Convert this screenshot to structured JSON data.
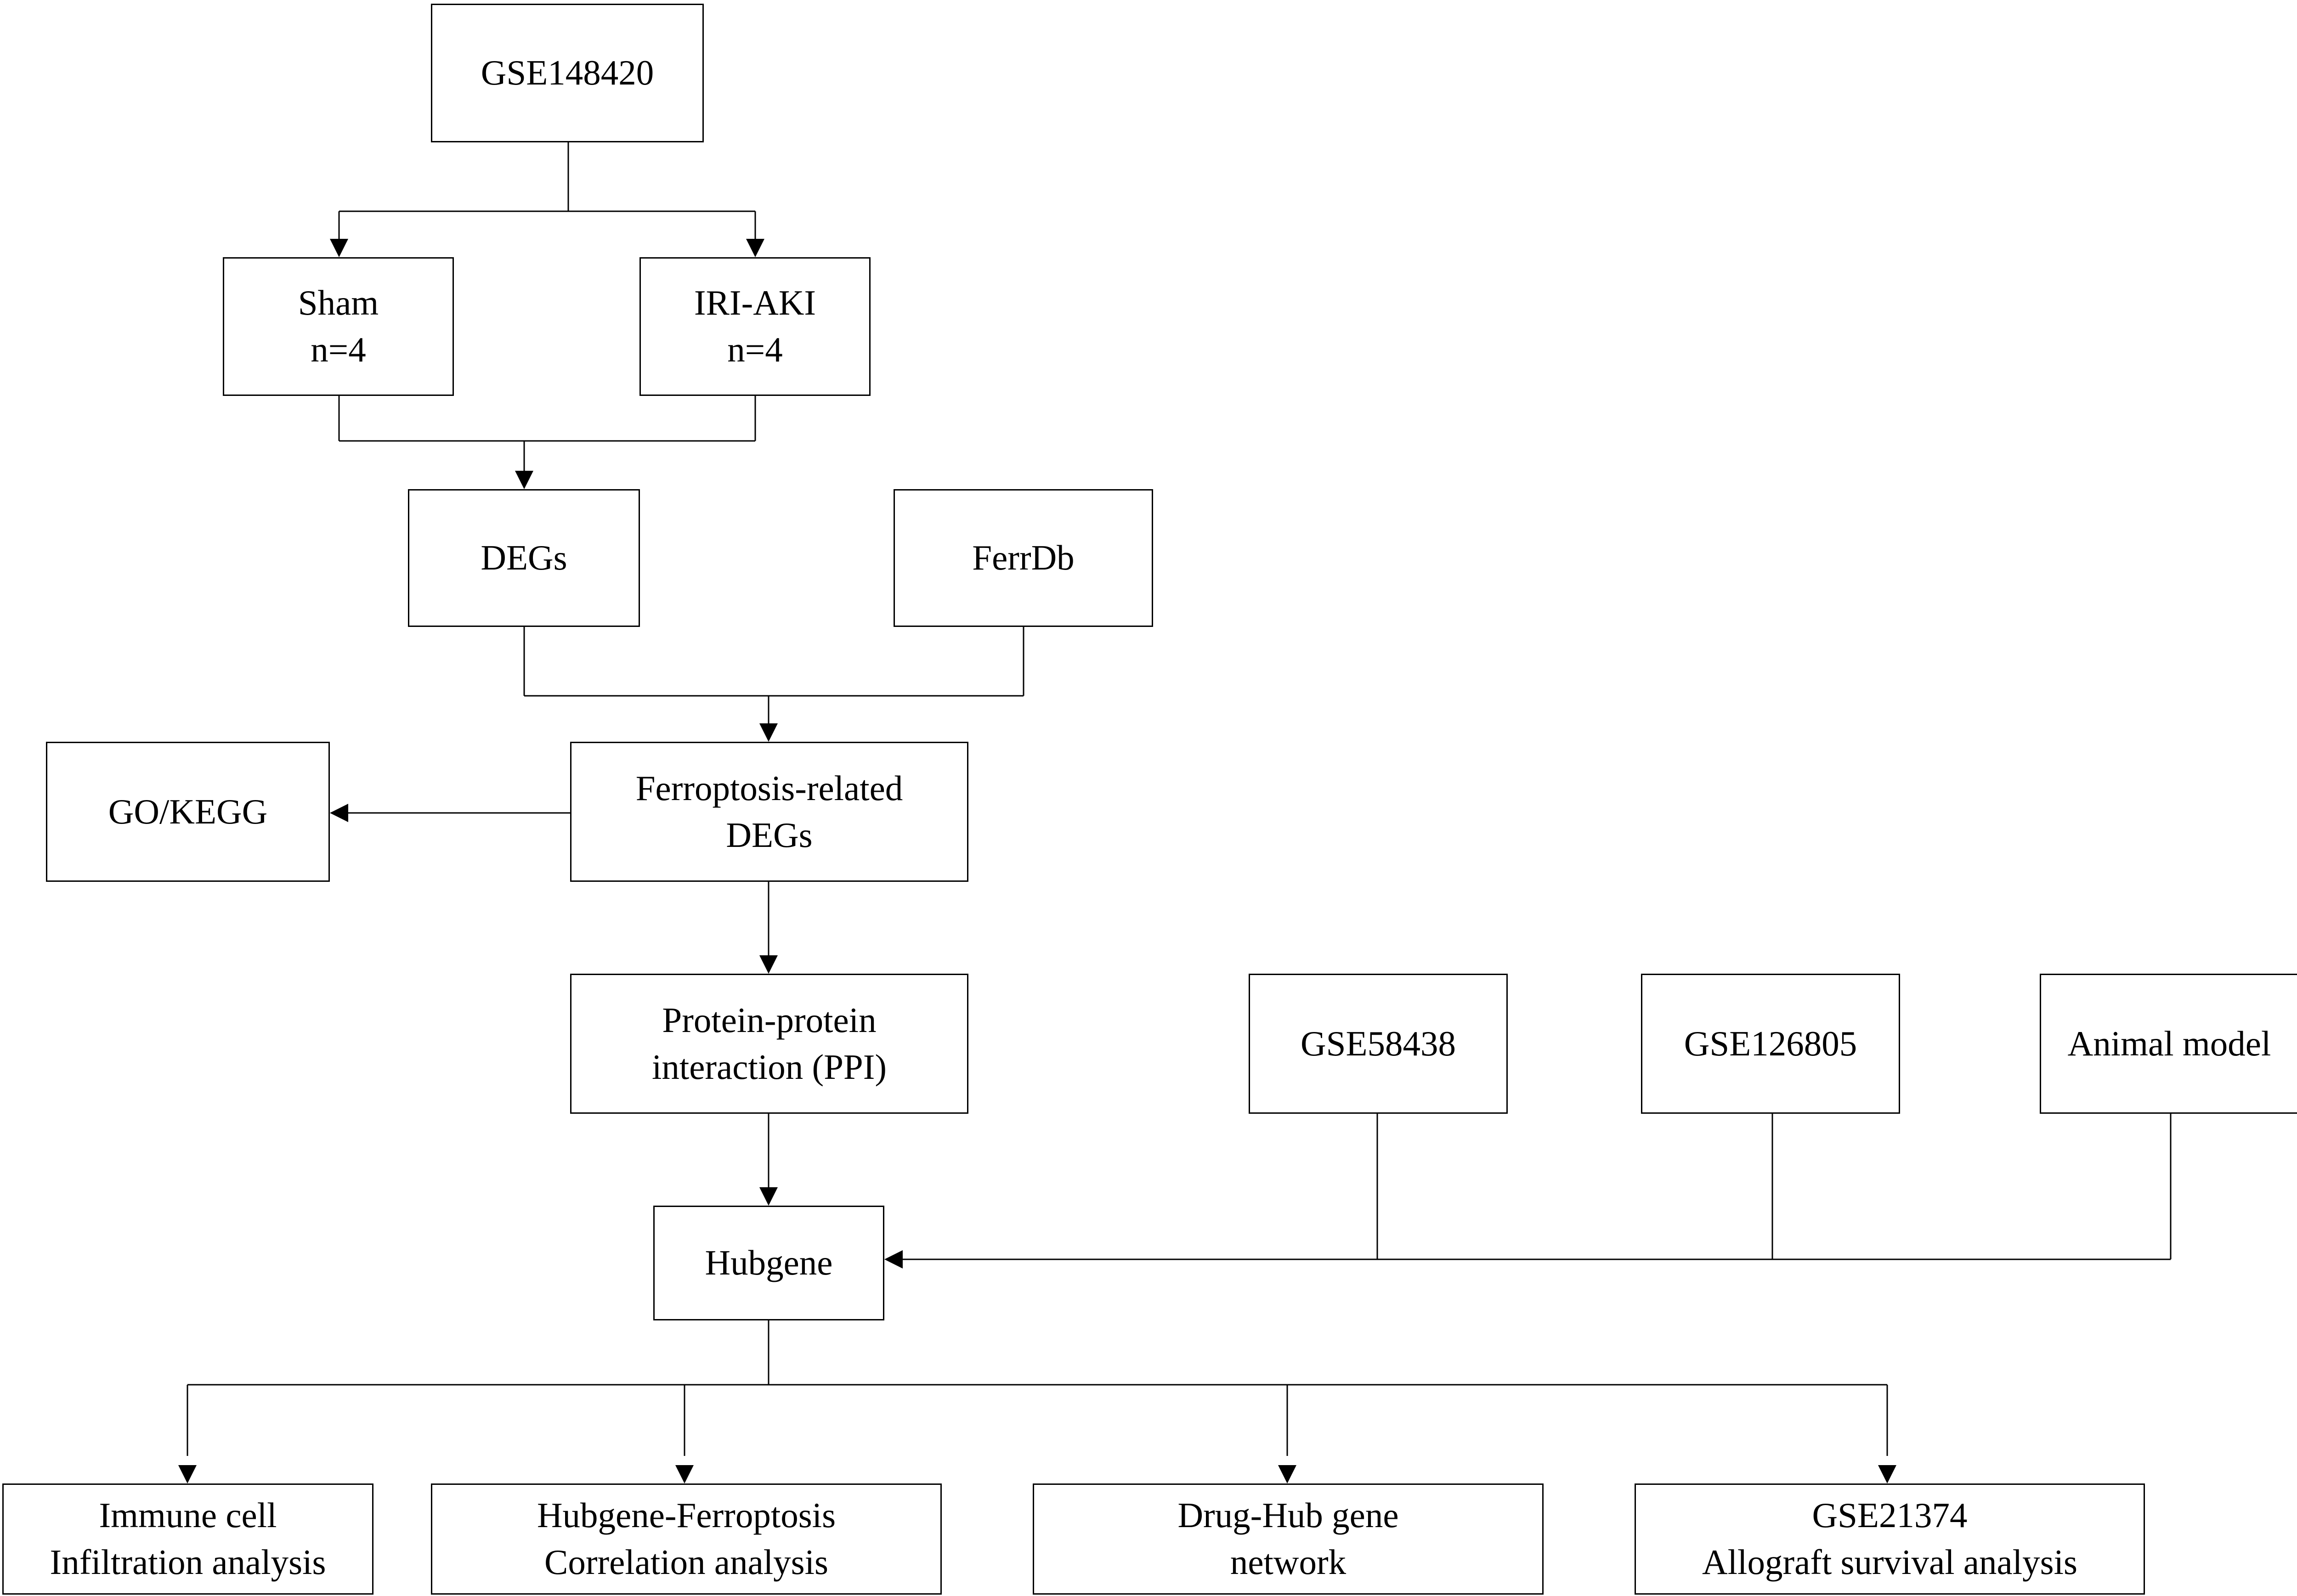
{
  "diagram": {
    "nodes": {
      "gse148420": "GSE148420",
      "sham": "Sham\nn=4",
      "iri_aki": "IRI-AKI\nn=4",
      "degs": "DEGs",
      "ferrdb": "FerrDb",
      "gokegg": "GO/KEGG",
      "ferroptosis_degs": "Ferroptosis-related\nDEGs",
      "ppi": "Protein-protein\ninteraction (PPI)",
      "gse58438": "GSE58438",
      "gse126805": "GSE126805",
      "animal_model": "Animal model",
      "hubgene": "Hubgene",
      "immune": "Immune cell\nInfiltration analysis",
      "hubgene_ferroptosis": "Hubgene-Ferroptosis\nCorrelation analysis",
      "drug_hub": "Drug-Hub gene\nnetwork",
      "gse21374": "GSE21374\nAllograft survival analysis"
    },
    "colors": {
      "stroke": "#000000",
      "fill": "#ffffff",
      "text": "#000000"
    }
  }
}
